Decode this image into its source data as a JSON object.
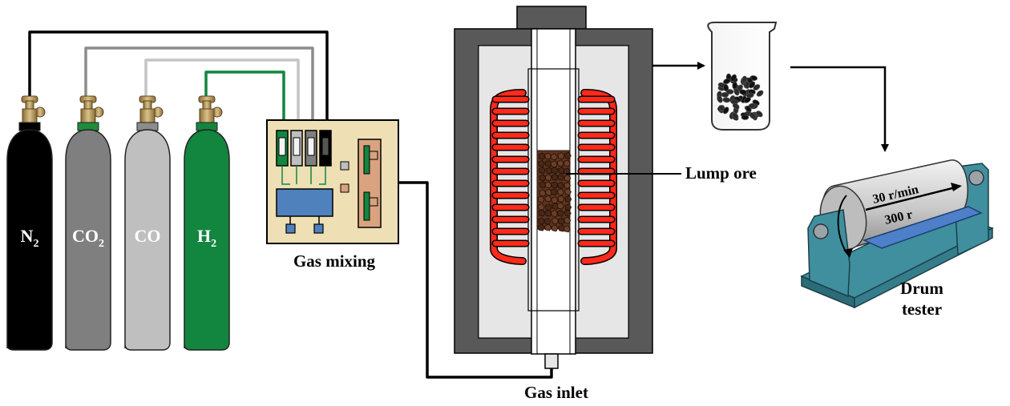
{
  "cylinders": [
    {
      "formula": "N",
      "subscript": "2",
      "body_color": "#000000",
      "text_color": "#ffffff",
      "collar_color": "#000000"
    },
    {
      "formula": "CO",
      "subscript": "2",
      "body_color": "#7f7f7f",
      "text_color": "#ffffff",
      "collar_color": "#1f8c3c"
    },
    {
      "formula": "CO",
      "subscript": "",
      "body_color": "#bfbfbf",
      "text_color": "#ffffff",
      "collar_color": "#8c8c8c"
    },
    {
      "formula": "H",
      "subscript": "2",
      "body_color": "#12853e",
      "text_color": "#ffffff",
      "collar_color": "#12853e"
    }
  ],
  "labels": {
    "gas_mixing": "Gas mixing",
    "lump_ore": "Lump ore",
    "gas_inlet": "Gas inlet",
    "drum_line1": "Drum",
    "drum_line2": "tester",
    "drum_speed": "30 r/min",
    "drum_revs": "300 r"
  },
  "colors": {
    "gas_mixing_panel": "#eedfb4",
    "furnace_wall": "#595959",
    "furnace_inner": "#e6e6e6",
    "heater": "#ff2a1a",
    "ore": "#5c3420",
    "drum_stand": "#3f8f9f",
    "drum_body": "#c8c8c8",
    "drum_tray": "#4e7fc9"
  }
}
